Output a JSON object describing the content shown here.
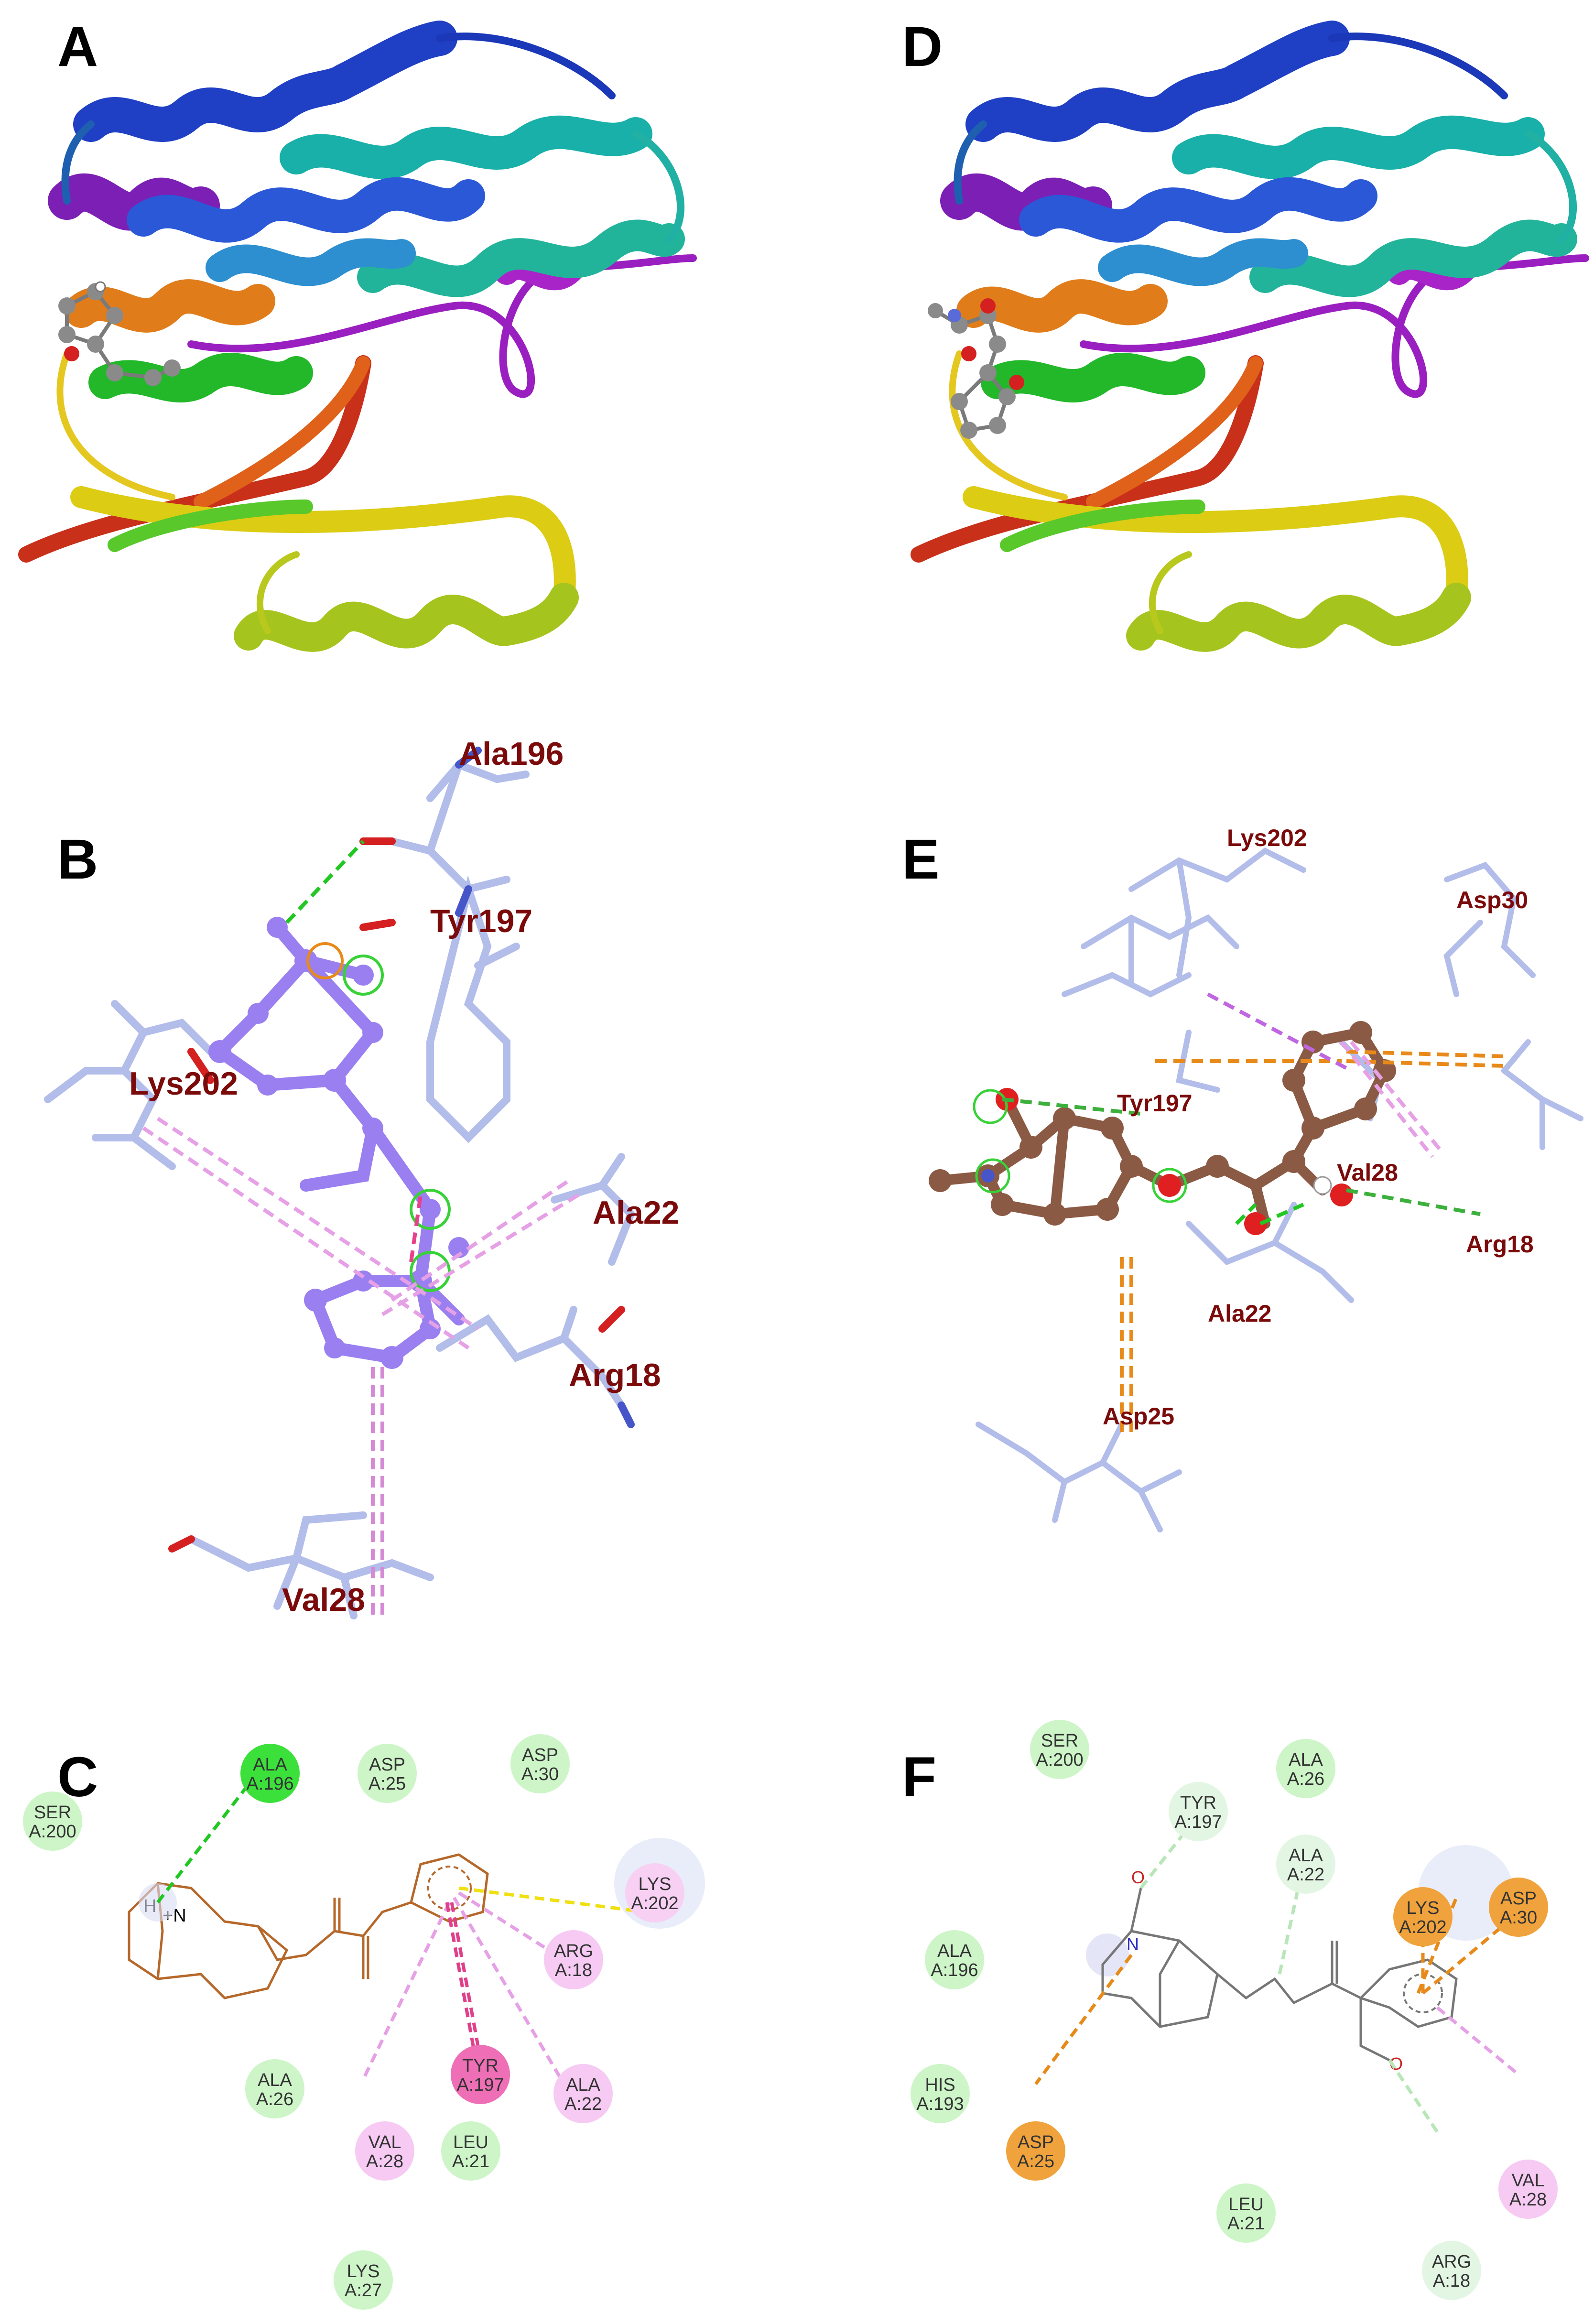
{
  "panels": {
    "A": {
      "label": "A"
    },
    "B": {
      "label": "B",
      "residues": [
        "Ala196",
        "Tyr197",
        "Lys202",
        "Ala22",
        "Arg18",
        "Val28"
      ]
    },
    "C": {
      "label": "C",
      "residues": [
        {
          "code": "ALA",
          "num": "A:196",
          "kind": "hbond"
        },
        {
          "code": "ASP",
          "num": "A:25",
          "kind": "vdw"
        },
        {
          "code": "ASP",
          "num": "A:30",
          "kind": "vdw"
        },
        {
          "code": "SER",
          "num": "A:200",
          "kind": "vdw"
        },
        {
          "code": "LYS",
          "num": "A:202",
          "kind": "pisulfur"
        },
        {
          "code": "ARG",
          "num": "A:18",
          "kind": "alkyl"
        },
        {
          "code": "ALA",
          "num": "A:26",
          "kind": "vdw"
        },
        {
          "code": "TYR",
          "num": "A:197",
          "kind": "pipi"
        },
        {
          "code": "ALA",
          "num": "A:22",
          "kind": "alkyl"
        },
        {
          "code": "VAL",
          "num": "A:28",
          "kind": "alkyl"
        },
        {
          "code": "LEU",
          "num": "A:21",
          "kind": "vdw"
        },
        {
          "code": "LYS",
          "num": "A:27",
          "kind": "vdw"
        }
      ],
      "ligand_atoms": [
        "H",
        "+N"
      ]
    },
    "D": {
      "label": "D"
    },
    "E": {
      "label": "E",
      "residues": [
        "Lys202",
        "Asp30",
        "Tyr197",
        "Val28",
        "Arg18",
        "Ala22",
        "Asp25"
      ]
    },
    "F": {
      "label": "F",
      "residues": [
        {
          "code": "SER",
          "num": "A:200",
          "kind": "vdw"
        },
        {
          "code": "TYR",
          "num": "A:197",
          "kind": "chbond"
        },
        {
          "code": "ALA",
          "num": "A:26",
          "kind": "vdw"
        },
        {
          "code": "ALA",
          "num": "A:22",
          "kind": "chbond"
        },
        {
          "code": "ASP",
          "num": "A:30",
          "kind": "anion"
        },
        {
          "code": "LYS",
          "num": "A:202",
          "kind": "cation"
        },
        {
          "code": "ALA",
          "num": "A:196",
          "kind": "vdw"
        },
        {
          "code": "HIS",
          "num": "A:193",
          "kind": "vdw"
        },
        {
          "code": "ASP",
          "num": "A:25",
          "kind": "anion"
        },
        {
          "code": "LEU",
          "num": "A:21",
          "kind": "vdw"
        },
        {
          "code": "VAL",
          "num": "A:28",
          "kind": "alkyl"
        },
        {
          "code": "ARG",
          "num": "A:18",
          "kind": "chbond"
        }
      ],
      "ligand_atoms": [
        "O",
        "N",
        "O"
      ]
    }
  },
  "colors": {
    "vdw": "#cdf5c8",
    "hbond": "#3be03b",
    "chbond": "#e3f6e4",
    "alkyl": "#f6caf3",
    "pipi": "#ee6fb6",
    "pisulfur": "#f7d0f4",
    "anion": "#f0a33c",
    "cation": "#f0a33c",
    "residue_label": "#7b0b0b",
    "ligand_B": "#9a7ff0",
    "ligand_E": "#8b5a44",
    "sticks": "#b8c2ee"
  }
}
